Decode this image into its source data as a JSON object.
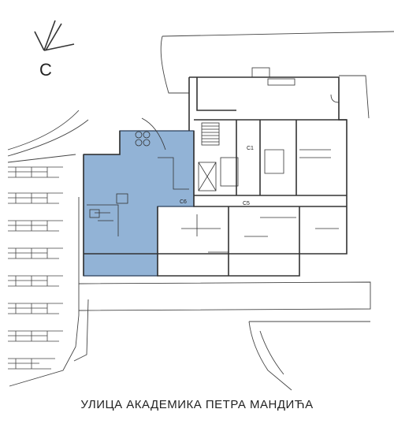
{
  "north_label": "С",
  "room_labels": {
    "c1": "C1",
    "c5": "C5",
    "c6": "C6"
  },
  "street_name": "УЛИЦА АКАДЕМИКА ПЕТРА МАНДИЋА",
  "colors": {
    "highlight": "#7fa6cf",
    "line": "#333333"
  }
}
